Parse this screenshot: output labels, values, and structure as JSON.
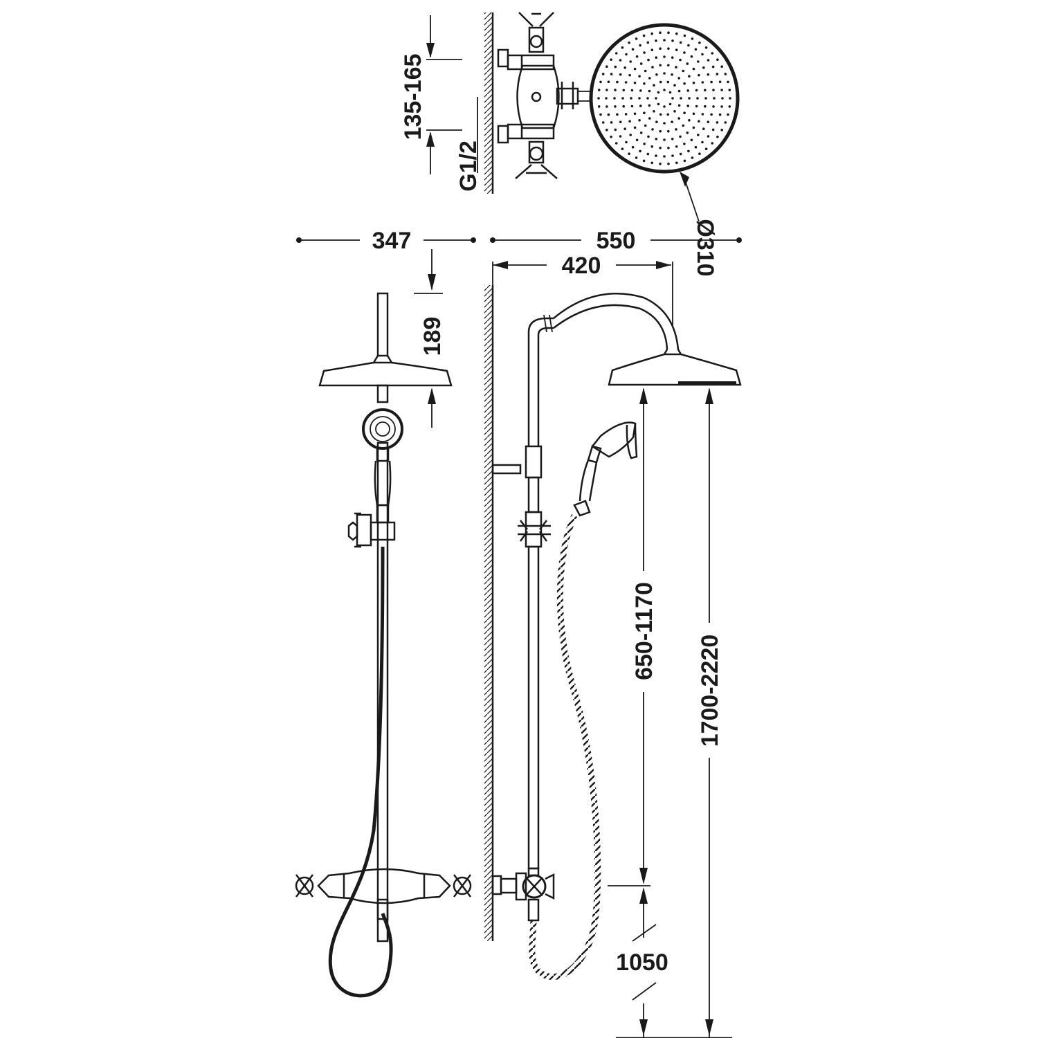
{
  "dimensions": {
    "connection_spacing": "135-165",
    "thread_size": "G1/2",
    "head_diameter": "Ø310",
    "front_width": "347",
    "side_depth": "550",
    "arm_reach": "420",
    "head_height": "189",
    "slide_range": "650-1170",
    "total_height": "1700-2220",
    "mixer_height": "1050"
  },
  "colors": {
    "line": "#1a1a1a",
    "background": "#ffffff"
  }
}
